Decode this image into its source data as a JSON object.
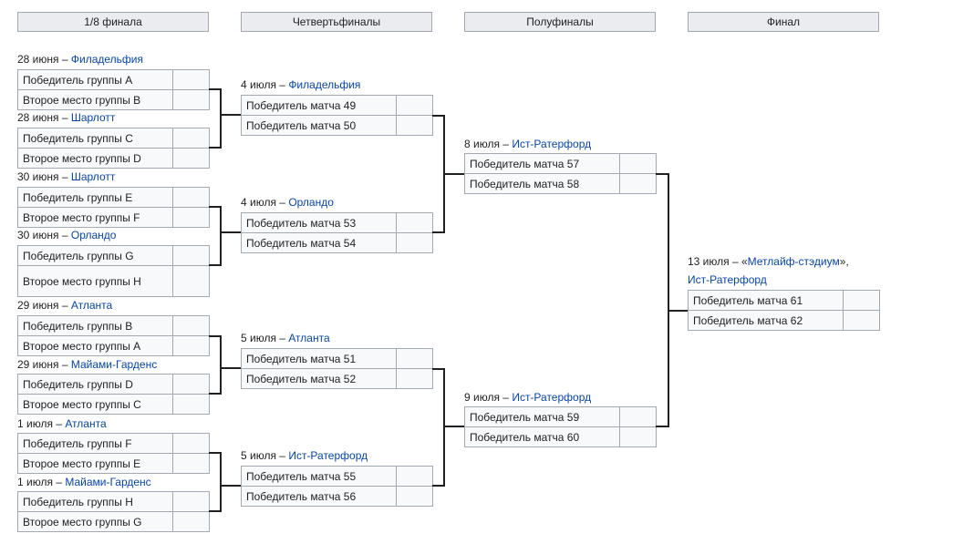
{
  "rounds": [
    "1/8 финала",
    "Четвертьфиналы",
    "Полуфиналы",
    "Финал"
  ],
  "r16": [
    {
      "date": "28 июня –",
      "venue": "Филадельфия",
      "teams": [
        "Победитель группы A",
        "Второе место группы B"
      ]
    },
    {
      "date": "28 июня –",
      "venue": "Шарлотт",
      "teams": [
        "Победитель группы C",
        "Второе место группы D"
      ]
    },
    {
      "date": "30 июня –",
      "venue": "Шарлотт",
      "teams": [
        "Победитель группы E",
        "Второе место группы F"
      ]
    },
    {
      "date": "30 июня –",
      "venue": "Орландо",
      "teams": [
        "Победитель группы G",
        "Второе место группы H"
      ]
    },
    {
      "date": "29 июня –",
      "venue": "Атланта",
      "teams": [
        "Победитель группы B",
        "Второе место группы A"
      ]
    },
    {
      "date": "29 июня –",
      "venue": "Майами-Гарденс",
      "teams": [
        "Победитель группы D",
        "Второе место группы C"
      ]
    },
    {
      "date": "1 июля –",
      "venue": "Атланта",
      "teams": [
        "Победитель группы F",
        "Второе место группы E"
      ]
    },
    {
      "date": "1 июля –",
      "venue": "Майами-Гарденс",
      "teams": [
        "Победитель группы H",
        "Второе место группы G"
      ]
    }
  ],
  "qf": [
    {
      "date": "4 июля –",
      "venue": "Филадельфия",
      "teams": [
        "Победитель матча 49",
        "Победитель матча 50"
      ]
    },
    {
      "date": "4 июля –",
      "venue": "Орландо",
      "teams": [
        "Победитель матча 53",
        "Победитель матча 54"
      ]
    },
    {
      "date": "5 июля –",
      "venue": "Атланта",
      "teams": [
        "Победитель матча 51",
        "Победитель матча 52"
      ]
    },
    {
      "date": "5 июля –",
      "venue": "Ист-Ратерфорд",
      "teams": [
        "Победитель матча 55",
        "Победитель матча 56"
      ]
    }
  ],
  "sf": [
    {
      "date": "8 июля –",
      "venue": "Ист-Ратерфорд",
      "teams": [
        "Победитель матча 57",
        "Победитель матча 58"
      ]
    },
    {
      "date": "9 июля –",
      "venue": "Ист-Ратерфорд",
      "teams": [
        "Победитель матча 59",
        "Победитель матча 60"
      ]
    }
  ],
  "final": {
    "date": "13 июля – «",
    "stadium": "Метлайф-стэдиум",
    "after": "»,",
    "city": "Ист-Ратерфорд",
    "teams": [
      "Победитель матча 61",
      "Победитель матча 62"
    ]
  }
}
